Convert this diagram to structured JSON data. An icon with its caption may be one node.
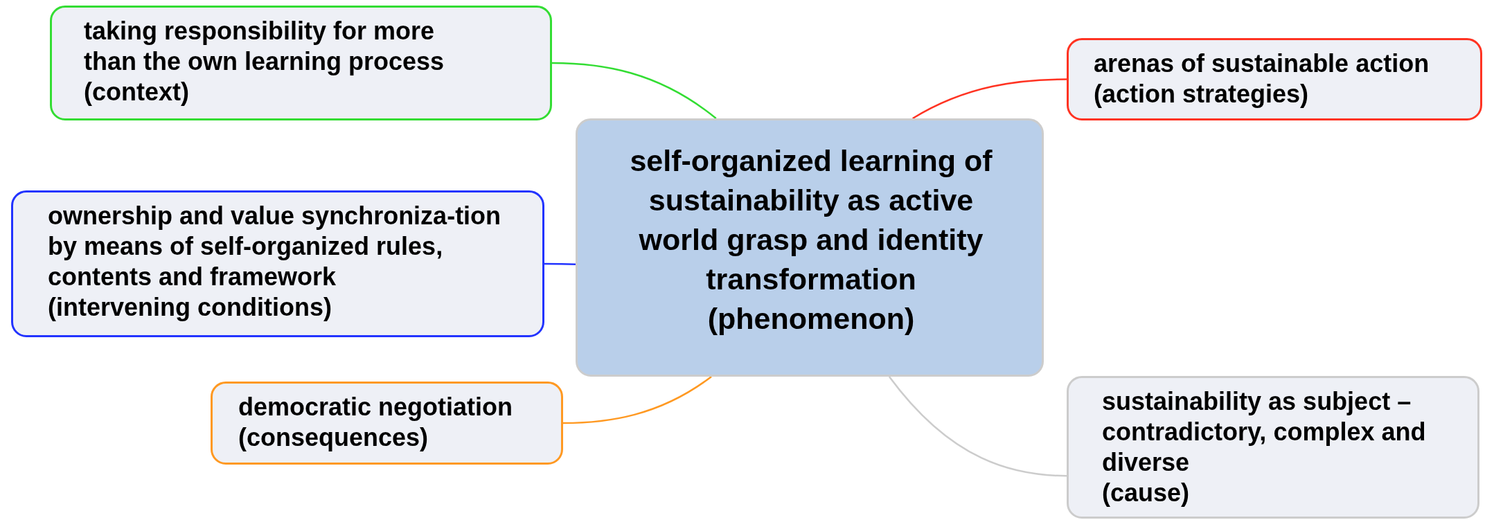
{
  "diagram": {
    "nodes": [
      {
        "text": [
          "self-organized learning of sustainability as active world grasp and identity transformation",
          "(phenomenon)"
        ]
      },
      {
        "text": [
          "taking responsibility for more than the own learning process",
          "(context)"
        ]
      },
      {
        "text": [
          "arenas of sustainable action",
          "(action strategies)"
        ]
      },
      {
        "text": [
          "ownership and value synchroniza-tion by means of self-organized rules, contents and framework",
          "(intervening conditions)"
        ]
      },
      {
        "text": [
          "democratic negotiation",
          "(consequences)"
        ]
      },
      {
        "text": [
          "sustainability as subject – contradictory, complex and diverse",
          "(cause)"
        ]
      }
    ],
    "edges": [
      {
        "from": 0,
        "to": 1,
        "arrow": "none",
        "color": "#33dd33"
      },
      {
        "from": 0,
        "to": 2,
        "arrow": "none",
        "color": "#ff3322"
      },
      {
        "from": 0,
        "to": 3,
        "arrow": "none",
        "color": "#2233ff"
      },
      {
        "from": 0,
        "to": 4,
        "arrow": "none",
        "color": "#ff9922"
      },
      {
        "from": 0,
        "to": 5,
        "arrow": "none",
        "color": "#cccccc"
      }
    ]
  }
}
